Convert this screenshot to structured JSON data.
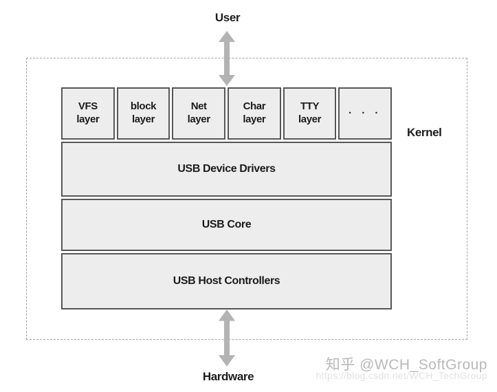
{
  "labels": {
    "user": "User",
    "kernel": "Kernel",
    "hardware": "Hardware"
  },
  "stack": {
    "top_row": [
      "VFS\nlayer",
      "block\nlayer",
      "Net\nlayer",
      "Char\nlayer",
      "TTY\nlayer",
      "· · ·"
    ],
    "rows": [
      "USB Device Drivers",
      "USB Core",
      "USB Host Controllers"
    ]
  },
  "watermark": {
    "brand": "知乎 @WCH_SoftGroup",
    "url": "https://blog.csdn.net/WCH_TechGroup"
  },
  "colors": {
    "cell_fill": "#ededed",
    "cell_border": "#565656",
    "dashed_border": "#a3a3a3",
    "arrow": "#b3b3b3",
    "text": "#1b1b1b",
    "watermark_brand": "#b9b9b9",
    "watermark_url": "#e2e2e2"
  }
}
